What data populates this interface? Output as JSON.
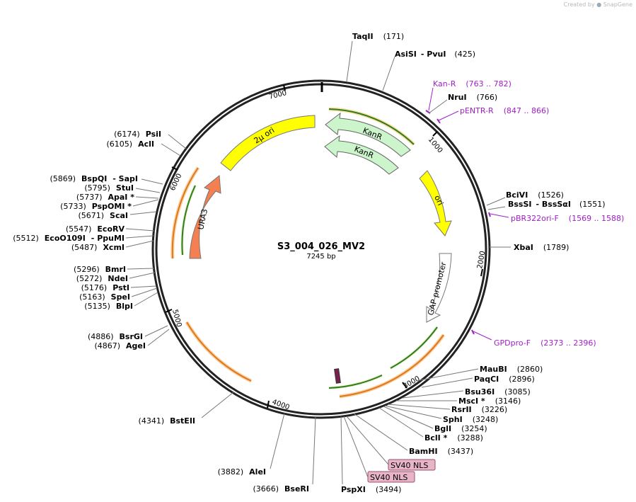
{
  "credit": {
    "prefix": "Created by",
    "brand": "SnapGene"
  },
  "plasmid": {
    "name": "S3_004_026_MV2",
    "size_label": "7245 bp",
    "length": 7245
  },
  "ticks": [
    "1000",
    "2000",
    "3000",
    "4000",
    "5000",
    "6000",
    "7000"
  ],
  "features": [
    {
      "label": "KanR"
    },
    {
      "label": "KanR"
    },
    {
      "label": "ori"
    },
    {
      "label": "GAP promoter"
    },
    {
      "label": "URA3"
    },
    {
      "label": "2µ ori"
    },
    {
      "label": "SV40 NLS"
    },
    {
      "label": "SV40 NLS"
    }
  ],
  "right_sites": [
    {
      "name": "TaqII",
      "pos": "(171)"
    },
    {
      "name": "AsiSI",
      "sep": "- PvuI",
      "pos": "(425)"
    },
    {
      "name": "NruI",
      "pos": "(766)"
    },
    {
      "name": "BciVI",
      "pos": "(1526)"
    },
    {
      "name": "BssSI",
      "sep": "- BssSαI",
      "pos": "(1551)"
    },
    {
      "name": "XbaI",
      "pos": "(1789)"
    },
    {
      "name": "MauBI",
      "pos": "(2860)"
    },
    {
      "name": "PaqCI",
      "pos": "(2896)"
    },
    {
      "name": "Bsu36I",
      "pos": "(3085)"
    },
    {
      "name": "MscI *",
      "pos": "(3146)"
    },
    {
      "name": "RsrII",
      "pos": "(3226)"
    },
    {
      "name": "SphI",
      "pos": "(3248)"
    },
    {
      "name": "BglI",
      "pos": "(3254)"
    },
    {
      "name": "BclI *",
      "pos": "(3288)"
    },
    {
      "name": "BamHI",
      "pos": "(3437)"
    },
    {
      "name": "PspXI",
      "pos": "(3494)"
    }
  ],
  "left_sites": [
    {
      "name": "PsiI",
      "pos": "(6174)"
    },
    {
      "name": "AclI",
      "pos": "(6105)"
    },
    {
      "name": "BspQI",
      "sep": "- SapI",
      "pos": "(5869)"
    },
    {
      "name": "StuI",
      "pos": "(5795)"
    },
    {
      "name": "ApaI *",
      "pos": "(5737)"
    },
    {
      "name": "PspOMI *",
      "pos": "(5733)"
    },
    {
      "name": "ScaI",
      "pos": "(5671)"
    },
    {
      "name": "EcoRV",
      "pos": "(5547)"
    },
    {
      "name": "EcoO109I",
      "sep": "- PpuMI",
      "pos": "(5512)"
    },
    {
      "name": "XcmI",
      "pos": "(5487)"
    },
    {
      "name": "BmrI",
      "pos": "(5296)"
    },
    {
      "name": "NdeI",
      "pos": "(5272)"
    },
    {
      "name": "PstI",
      "pos": "(5176)"
    },
    {
      "name": "SpeI",
      "pos": "(5163)"
    },
    {
      "name": "BlpI",
      "pos": "(5135)"
    },
    {
      "name": "BsrGI",
      "pos": "(4886)"
    },
    {
      "name": "AgeI",
      "pos": "(4867)"
    },
    {
      "name": "BstEII",
      "pos": "(4341)"
    },
    {
      "name": "AleI",
      "pos": "(3882)"
    },
    {
      "name": "BseRI",
      "pos": "(3666)"
    }
  ],
  "primers": [
    {
      "name": "Kan-R",
      "range": "(763 .. 782)"
    },
    {
      "name": "pENTR-R",
      "range": "(847 .. 866)"
    },
    {
      "name": "pBR322ori-F",
      "range": "(1569 .. 1588)"
    },
    {
      "name": "GPDpro-F",
      "range": "(2373 .. 2396)"
    }
  ],
  "colors": {
    "backbone": "#222222",
    "kanr": "#ccf5cc",
    "ori": "#ffff00",
    "ura3": "#f47f50",
    "two_micron": "#ffff00",
    "promoter": "#ffffff",
    "nls": "#e8b4c8",
    "orf_green": "#2e7d1b",
    "orf_orange": "#e0781a",
    "primer": "#a020c8"
  }
}
